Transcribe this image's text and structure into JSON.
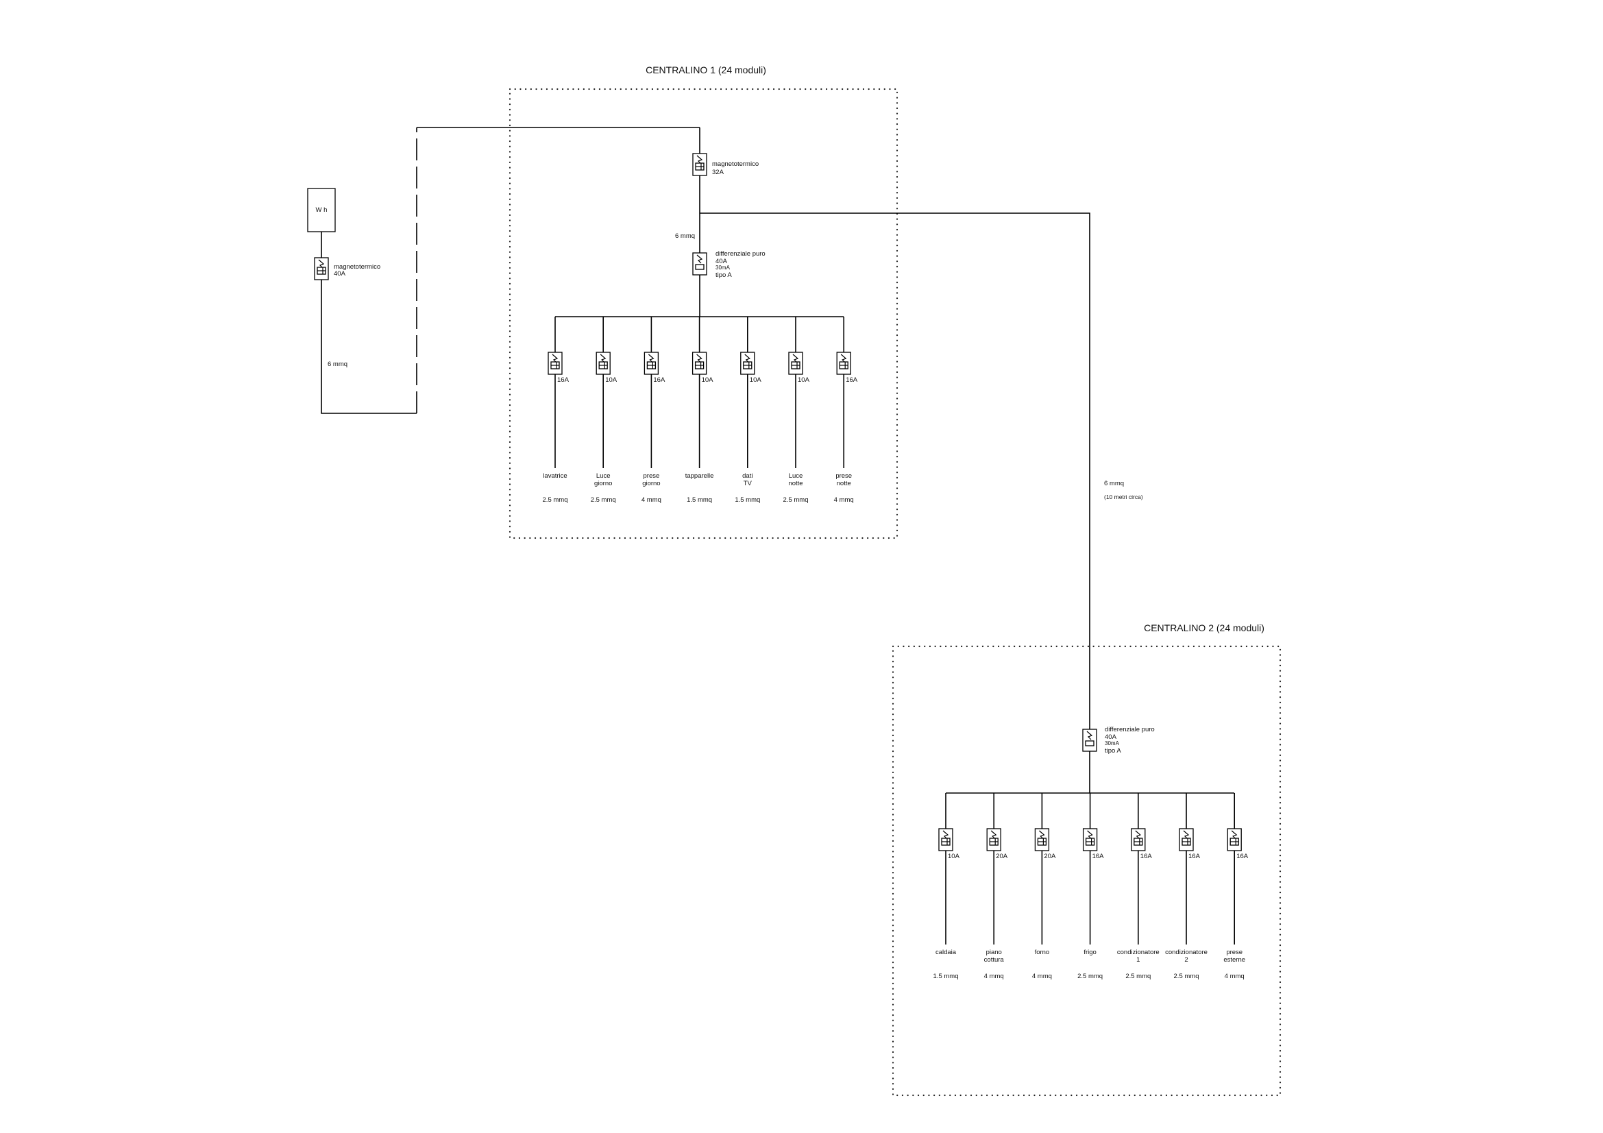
{
  "panel1": {
    "title": "CENTRALINO 1 (24 moduli)",
    "main_breaker": {
      "name": "magnetotermico",
      "rating": "32A"
    },
    "feed_cable": "6 mmq",
    "differential": {
      "name": "differenziale puro",
      "rating": "40A",
      "sensitivity": "30mA",
      "type": "tipo A"
    },
    "circuits": [
      {
        "rating": "16A",
        "line1": "lavatrice",
        "line2": "",
        "cable": "2.5 mmq"
      },
      {
        "rating": "10A",
        "line1": "Luce",
        "line2": "giorno",
        "cable": "2.5 mmq"
      },
      {
        "rating": "16A",
        "line1": "prese",
        "line2": "giorno",
        "cable": "4 mmq"
      },
      {
        "rating": "10A",
        "line1": "tapparelle",
        "line2": "",
        "cable": "1.5 mmq"
      },
      {
        "rating": "10A",
        "line1": "dati",
        "line2": "TV",
        "cable": "1.5 mmq"
      },
      {
        "rating": "10A",
        "line1": "Luce",
        "line2": "notte",
        "cable": "2.5 mmq"
      },
      {
        "rating": "16A",
        "line1": "prese",
        "line2": "notte",
        "cable": "4 mmq"
      }
    ]
  },
  "meter": {
    "label": "W h",
    "breaker": {
      "name": "magnetotermico",
      "rating": "40A"
    },
    "cable": "6 mmq"
  },
  "link": {
    "cable": "6 mmq",
    "note": "(10 metri circa)"
  },
  "panel2": {
    "title": "CENTRALINO 2 (24 moduli)",
    "differential": {
      "name": "differenziale puro",
      "rating": "40A",
      "sensitivity": "30mA",
      "type": "tipo A"
    },
    "circuits": [
      {
        "rating": "10A",
        "line1": "caldaia",
        "line2": "",
        "cable": "1.5 mmq"
      },
      {
        "rating": "20A",
        "line1": "piano",
        "line2": "cottura",
        "cable": "4 mmq"
      },
      {
        "rating": "20A",
        "line1": "forno",
        "line2": "",
        "cable": "4 mmq"
      },
      {
        "rating": "16A",
        "line1": "frigo",
        "line2": "",
        "cable": "2.5 mmq"
      },
      {
        "rating": "16A",
        "line1": "condizionatore",
        "line2": "1",
        "cable": "2.5 mmq"
      },
      {
        "rating": "16A",
        "line1": "condizionatore",
        "line2": "2",
        "cable": "2.5 mmq"
      },
      {
        "rating": "16A",
        "line1": "prese",
        "line2": "esterne",
        "cable": "4 mmq"
      }
    ]
  }
}
